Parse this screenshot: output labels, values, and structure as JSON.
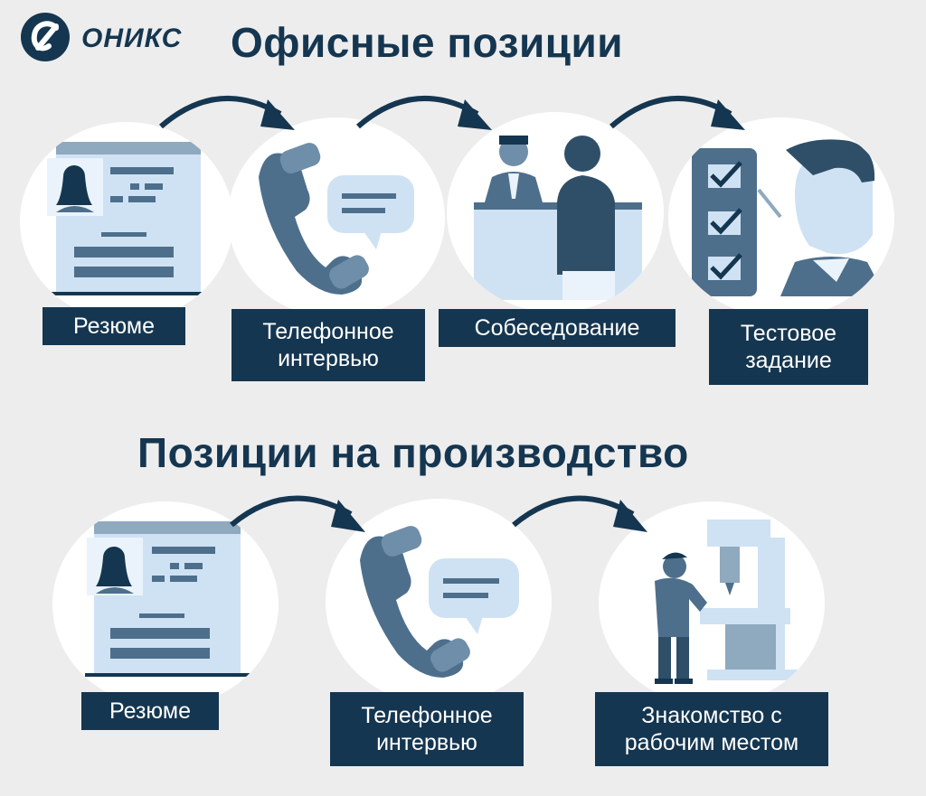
{
  "brand": {
    "name": "ОНИКС",
    "logo_icon": "onyx-logo-icon",
    "color": "#153650"
  },
  "sections": [
    {
      "title": "Офисные позиции",
      "steps": [
        {
          "label": "Резюме",
          "icon": "resume-icon"
        },
        {
          "label": "Телефонное интервью",
          "icon": "phone-chat-icon"
        },
        {
          "label": "Собеседование",
          "icon": "interview-icon"
        },
        {
          "label": "Тестовое задание",
          "icon": "test-task-icon"
        }
      ]
    },
    {
      "title": "Позиции на производство",
      "steps": [
        {
          "label": "Резюме",
          "icon": "resume-icon"
        },
        {
          "label": "Телефонное интервью",
          "icon": "phone-chat-icon"
        },
        {
          "label": "Знакомство с рабочим местом",
          "icon": "workplace-machine-icon"
        }
      ]
    }
  ],
  "colors": {
    "background": "#ededed",
    "dark": "#153650",
    "mid": "#4d6f8c",
    "light": "#cfe2f3",
    "steel": "#8fa9bf"
  }
}
